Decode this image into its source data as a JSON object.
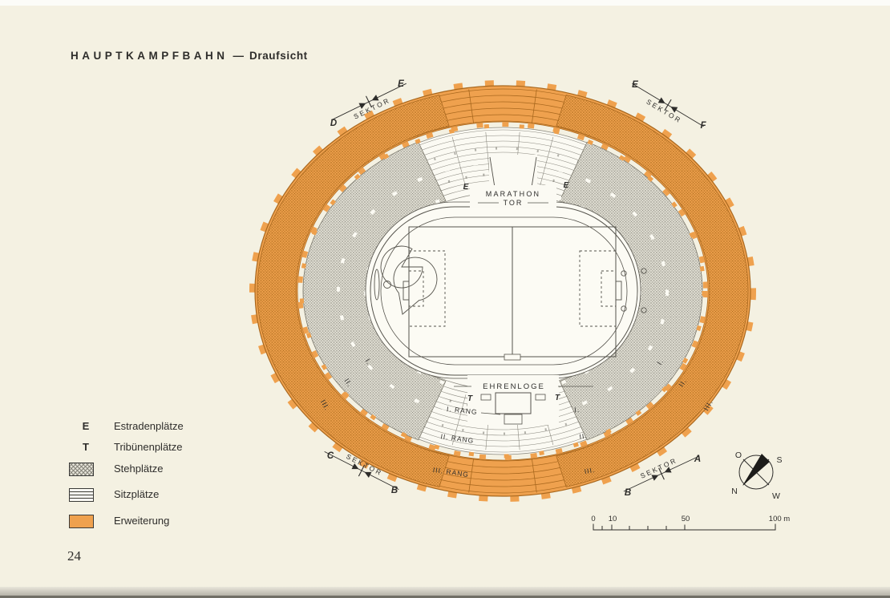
{
  "page": {
    "title": "HAUPTKAMPFBAHN",
    "title_separator": "—",
    "subtitle": "Draufsicht",
    "page_number": "24"
  },
  "legend": {
    "items": [
      {
        "symbol": "E",
        "label": "Estradenplätze"
      },
      {
        "symbol": "T",
        "label": "Tribünenplätze"
      },
      {
        "swatch": "hatch",
        "label": "Stehplätze"
      },
      {
        "swatch": "rows",
        "label": "Sitzplätze"
      },
      {
        "swatch": "orange",
        "label": "Erweiterung"
      }
    ]
  },
  "stadium": {
    "gate": {
      "line1": "MARATHON",
      "line2": "TOR"
    },
    "honor_box": "EHRENLOGE",
    "estrade_letter": "E",
    "tribune_letter": "T",
    "rang_left": [
      "I. RANG",
      "II. RANG",
      "III. RANG"
    ],
    "rang_right": [
      "I.",
      "II.",
      "III."
    ],
    "tier_left": [
      "I.",
      "II.",
      "III."
    ],
    "tier_right": [
      "I.",
      "II.",
      "III."
    ],
    "sectors": [
      {
        "from": "D",
        "label": "SEKTOR",
        "to": "E"
      },
      {
        "from": "E",
        "label": "SEKTOR",
        "to": "F"
      },
      {
        "from": "C",
        "label": "SEKTOR",
        "to": "B"
      },
      {
        "from": "B",
        "label": "SEKTOR",
        "to": "A"
      }
    ]
  },
  "compass": {
    "east": "O",
    "south": "S",
    "north": "N",
    "west": "W"
  },
  "scalebar": {
    "tick0": "0",
    "tick10": "10",
    "tick50": "50",
    "tick100": "100 m"
  },
  "colors": {
    "paper": "#f4f1e2",
    "orange": "#efa14e",
    "orange_line": "#a9681e",
    "ink": "#2e2d2b"
  }
}
